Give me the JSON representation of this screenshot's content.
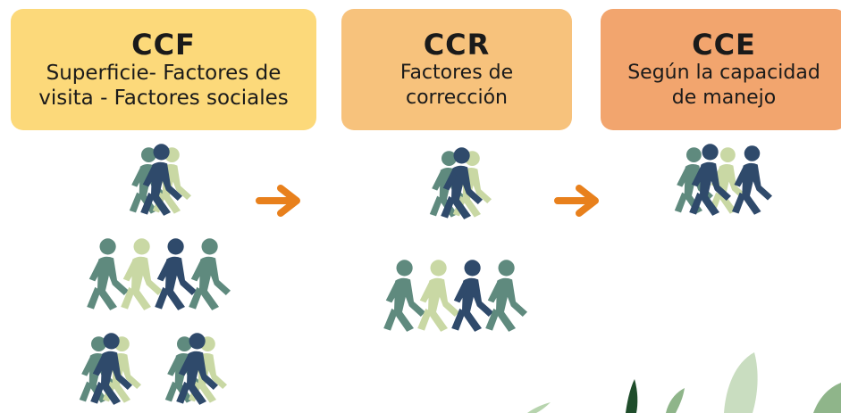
{
  "cards": [
    {
      "code": "CCF",
      "desc_line1": "Superficie- Factores de",
      "desc_line2": "visita - Factores sociales",
      "color": "#fcd97a"
    },
    {
      "code": "CCR",
      "desc_line1": "Factores de",
      "desc_line2": "corrección",
      "color": "#f7c27c"
    },
    {
      "code": "CCE",
      "desc_line1": "Según la capacidad",
      "desc_line2": "de manejo",
      "color": "#f2a56e"
    }
  ],
  "colors": {
    "navy": "#2f4a6b",
    "teal": "#5f8a7e",
    "sage": "#c9d8a4",
    "arrow": "#e8801c"
  }
}
